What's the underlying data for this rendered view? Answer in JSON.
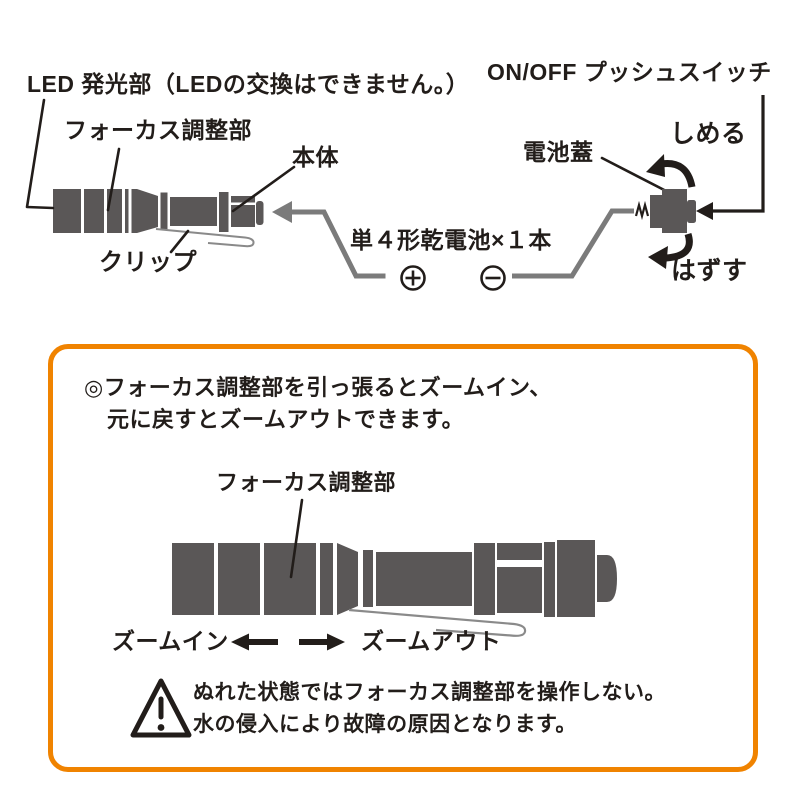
{
  "colors": {
    "accent_orange": "#f08300",
    "illustration_gray": "#5a5757",
    "arrow_gray": "#7b7b7b",
    "outline_black": "#221d1a",
    "clip_outline_gray": "#8a8a8a",
    "paper_white": "#ffffff"
  },
  "top_diagram": {
    "led_label": "LED 発光部（LEDの交換はできません。）",
    "focus_label": "フォーカス調整部",
    "body_label": "本体",
    "clip_label": "クリップ",
    "battery_label": "単４形乾電池×１本",
    "onoff_label": "ON/OFF プッシュスイッチ",
    "battery_cover_label": "電池蓋",
    "tighten_label": "しめる",
    "loosen_label": "はずす"
  },
  "zoom_panel": {
    "instruction_line1": "◎フォーカス調整部を引っ張るとズームイン、",
    "instruction_line2": "元に戻すとズームアウトできます。",
    "focus_label": "フォーカス調整部",
    "zoom_in_label": "ズームイン",
    "zoom_out_label": "ズームアウト",
    "warning_line1": "ぬれた状態ではフォーカス調整部を操作しない。",
    "warning_line2": "水の侵入により故障の原因となります。"
  }
}
